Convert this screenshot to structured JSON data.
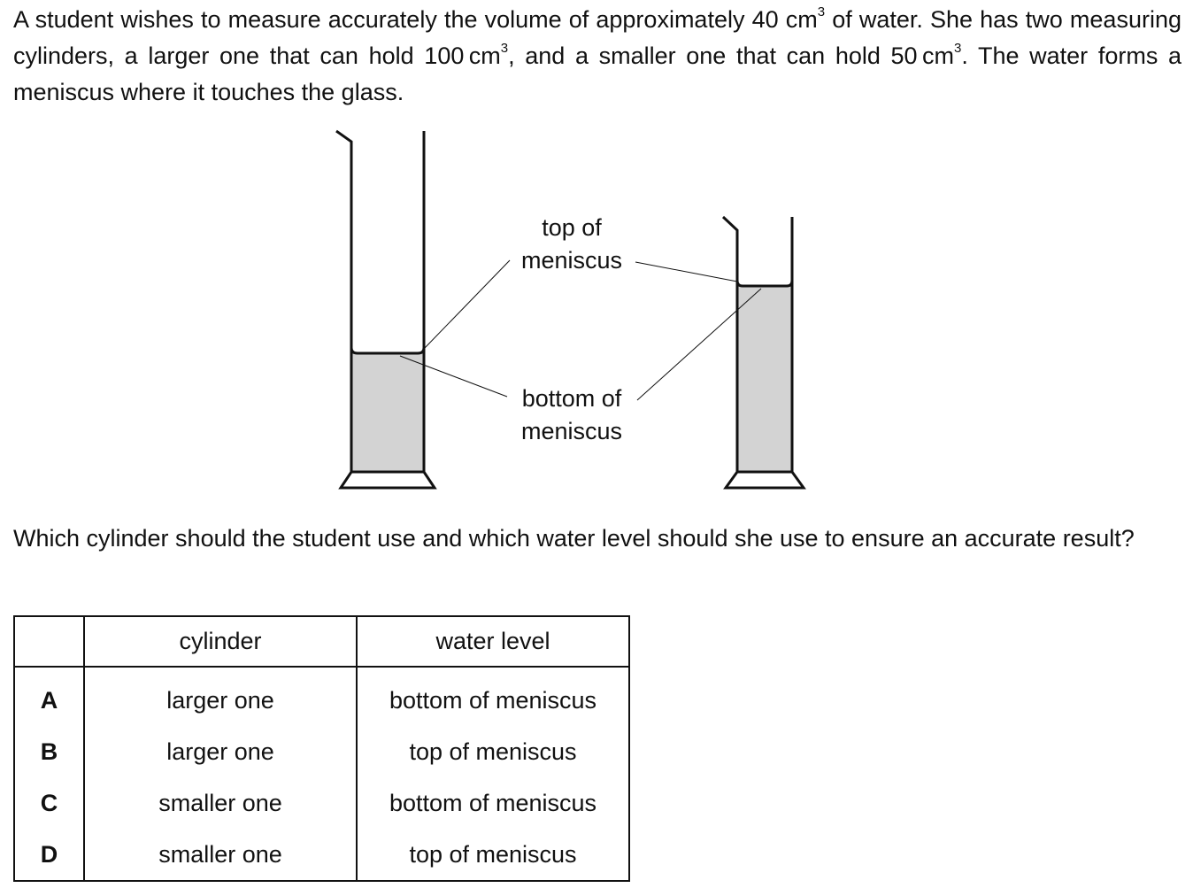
{
  "intro": {
    "part1": "A student wishes to measure accurately the volume of approximately 40 cm",
    "sup1": "3",
    "part2": " of water. She has two measuring cylinders, a larger one that can hold ",
    "value2": "100 cm",
    "sup2": "3",
    "part3": ", and a smaller one that can hold ",
    "value3": "50 cm",
    "sup3": "3",
    "part4": ". The water forms a meniscus where it touches the glass."
  },
  "diagram": {
    "label_top_line1": "top of",
    "label_top_line2": "meniscus",
    "label_bottom_line1": "bottom of",
    "label_bottom_line2": "meniscus",
    "water_color": "#d3d3d3",
    "line_color": "#111111"
  },
  "question": "Which cylinder should the student use and which water level should she use to ensure an accurate result?",
  "table": {
    "headers": [
      "",
      "cylinder",
      "water level"
    ],
    "rows": [
      {
        "option": "A",
        "cylinder": "larger one",
        "water_level": "bottom of meniscus"
      },
      {
        "option": "B",
        "cylinder": "larger one",
        "water_level": "top of meniscus"
      },
      {
        "option": "C",
        "cylinder": "smaller one",
        "water_level": "bottom of meniscus"
      },
      {
        "option": "D",
        "cylinder": "smaller one",
        "water_level": "top of meniscus"
      }
    ]
  }
}
